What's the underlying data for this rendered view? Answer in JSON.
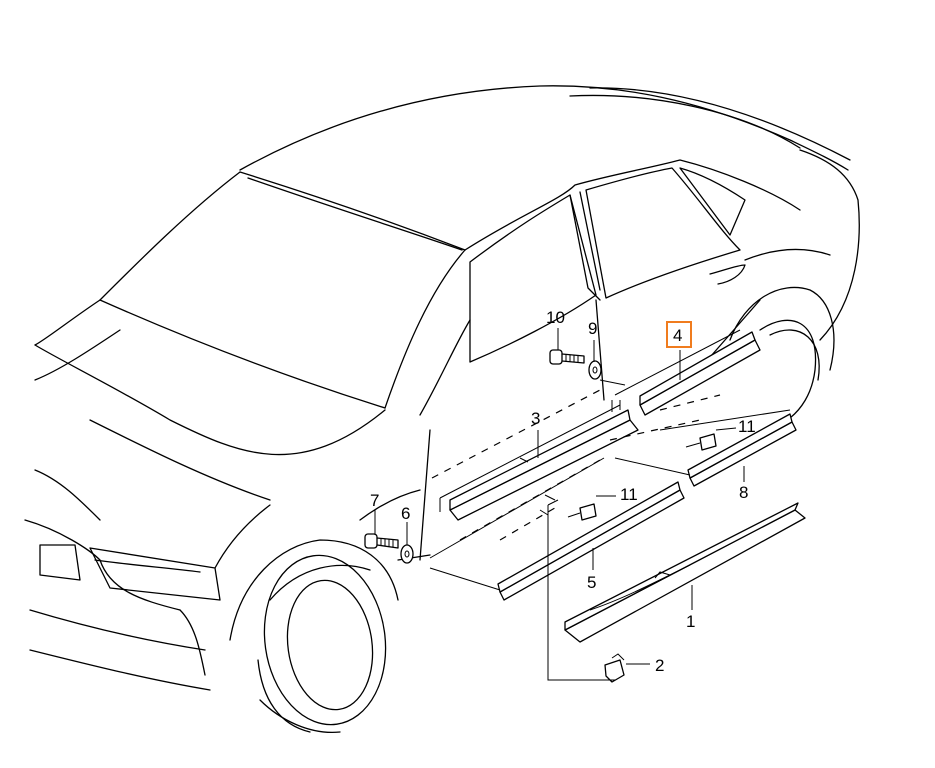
{
  "diagram": {
    "highlight_color": "#f07c1e",
    "callouts": [
      {
        "id": "c1",
        "label": "1"
      },
      {
        "id": "c2",
        "label": "2"
      },
      {
        "id": "c3",
        "label": "3"
      },
      {
        "id": "c4",
        "label": "4",
        "highlighted": true
      },
      {
        "id": "c5",
        "label": "5"
      },
      {
        "id": "c6",
        "label": "6"
      },
      {
        "id": "c7",
        "label": "7"
      },
      {
        "id": "c8",
        "label": "8"
      },
      {
        "id": "c9",
        "label": "9"
      },
      {
        "id": "c10",
        "label": "10"
      },
      {
        "id": "c11a",
        "label": "11"
      },
      {
        "id": "c11b",
        "label": "11"
      }
    ]
  }
}
